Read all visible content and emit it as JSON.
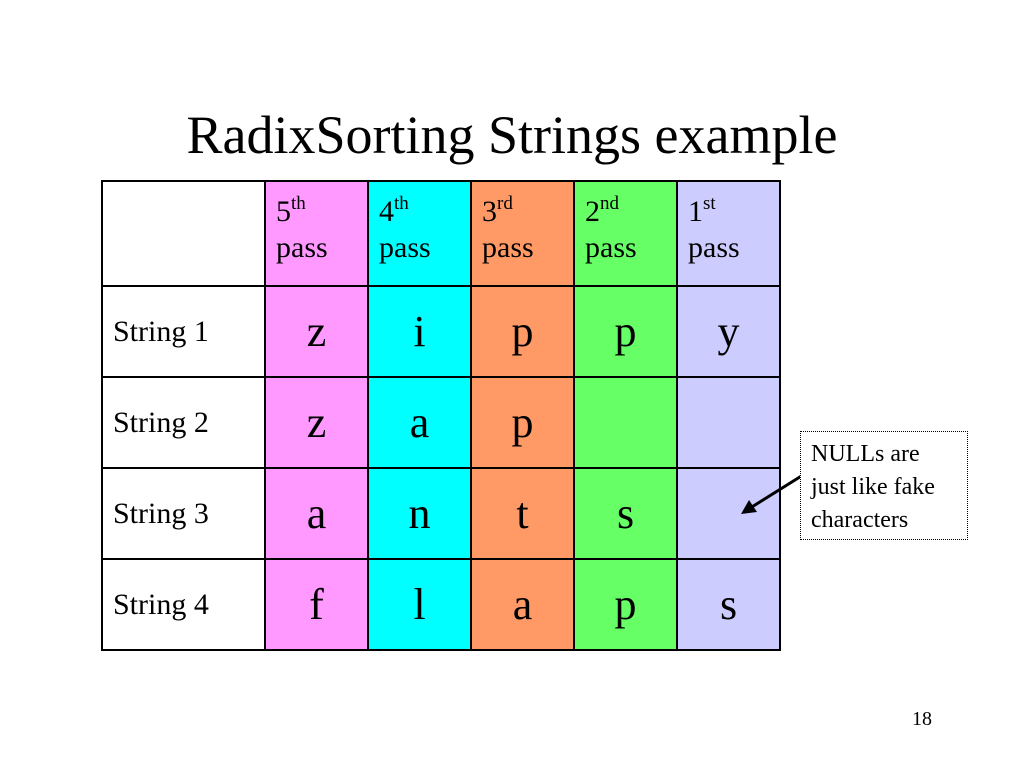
{
  "title": "RadixSorting Strings example",
  "header": [
    {
      "num": "5",
      "sup": "th",
      "word": "pass",
      "color": "#ff99ff"
    },
    {
      "num": "4",
      "sup": "th",
      "word": "pass",
      "color": "#00ffff"
    },
    {
      "num": "3",
      "sup": "rd",
      "word": "pass",
      "color": "#ff9966"
    },
    {
      "num": "2",
      "sup": "nd",
      "word": "pass",
      "color": "#66ff66"
    },
    {
      "num": "1",
      "sup": "st",
      "word": "pass",
      "color": "#ccccff"
    }
  ],
  "rows": [
    {
      "label": "String 1",
      "chars": [
        "z",
        "i",
        "p",
        "p",
        "y"
      ]
    },
    {
      "label": "String 2",
      "chars": [
        "z",
        "a",
        "p",
        "",
        ""
      ]
    },
    {
      "label": "String 3",
      "chars": [
        "a",
        "n",
        "t",
        "s",
        ""
      ]
    },
    {
      "label": "String 4",
      "chars": [
        "f",
        "l",
        "a",
        "p",
        "s"
      ]
    }
  ],
  "note": {
    "lines": [
      "NULLs are",
      "just like fake",
      "characters"
    ]
  },
  "page_number": "18"
}
